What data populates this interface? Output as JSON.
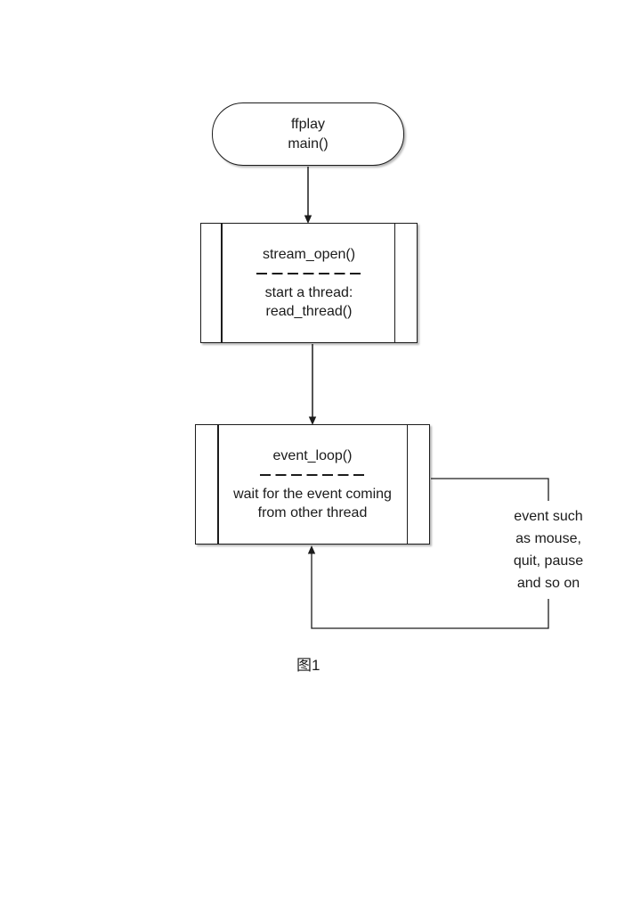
{
  "diagram": {
    "terminal": {
      "line1": "ffplay",
      "line2": "main()"
    },
    "process1": {
      "title": "stream_open()",
      "body_line1": "start a thread:",
      "body_line2": "read_thread()"
    },
    "process2": {
      "title": "event_loop()",
      "body_line1": "wait for the event coming",
      "body_line2": "from other thread"
    },
    "loop_label": {
      "line1": "event such",
      "line2": "as mouse,",
      "line3": "quit, pause",
      "line4": "and so on"
    },
    "caption": "图1",
    "colors": {
      "line": "#1c1c1c",
      "text": "#1b1b1b",
      "background": "#ffffff"
    }
  }
}
